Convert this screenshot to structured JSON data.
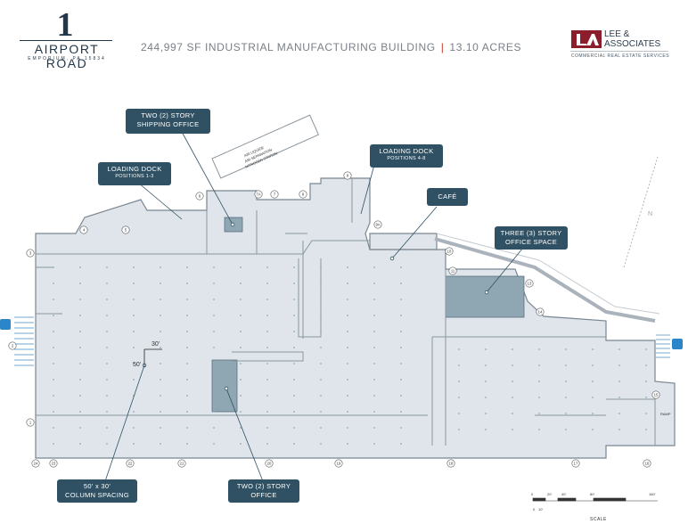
{
  "header": {
    "logo_number": "1",
    "logo_title": "AIRPORT ROAD",
    "logo_subtitle": "EMPORIUM, PA 15834",
    "property_desc": "244,997 SF INDUSTRIAL MANUFACTURING BUILDING",
    "separator": "|",
    "acreage": "13.10 ACRES"
  },
  "brand": {
    "line1": "LEE &",
    "line2": "ASSOCIATES",
    "tagline": "COMMERCIAL REAL ESTATE SERVICES",
    "color_primary": "#8c1d2c",
    "color_text": "#2d3e4e"
  },
  "callouts": {
    "shipping_office": [
      "TWO (2) STORY",
      "SHIPPING OFFICE"
    ],
    "loading_dock_1": {
      "title": "LOADING DOCK",
      "sub": "POSITIONS 1-3"
    },
    "loading_dock_2": {
      "title": "LOADING DOCK",
      "sub": "POSITIONS 4-8"
    },
    "cafe": "CAFÉ",
    "three_story": [
      "THREE (3) STORY",
      "OFFICE SPACE"
    ],
    "column_spacing": [
      "50' x 30'",
      "COLUMN SPACING"
    ],
    "two_story_office": [
      "TWO (2) STORY",
      "OFFICE"
    ],
    "fill_color": "#2f5163"
  },
  "plan_labels": {
    "air_liquide": [
      "AIR LIQUIDE",
      "AIR SEPARATION",
      "NITROGEN STATION"
    ],
    "dim_30": "30'",
    "dim_50": "50'",
    "ramp": "RAMP",
    "north": "N",
    "scale_title": "SCALE",
    "scale_ticks": [
      "0",
      "20'",
      "40'",
      "80'",
      "160'"
    ],
    "scale_sub_ticks": [
      "0",
      "10'"
    ]
  },
  "dock_markers": [
    "1",
    "2",
    "3",
    "4",
    "5",
    "6",
    "7A",
    "7",
    "8",
    "9",
    "9A",
    "10",
    "11",
    "13",
    "14",
    "15",
    "16",
    "17",
    "18",
    "19",
    "20",
    "21",
    "22",
    "23",
    "24"
  ],
  "colors": {
    "building_fill": "#dfe5ea",
    "highlight_fill": "#8fa6b3",
    "wall": "#7a8792"
  }
}
